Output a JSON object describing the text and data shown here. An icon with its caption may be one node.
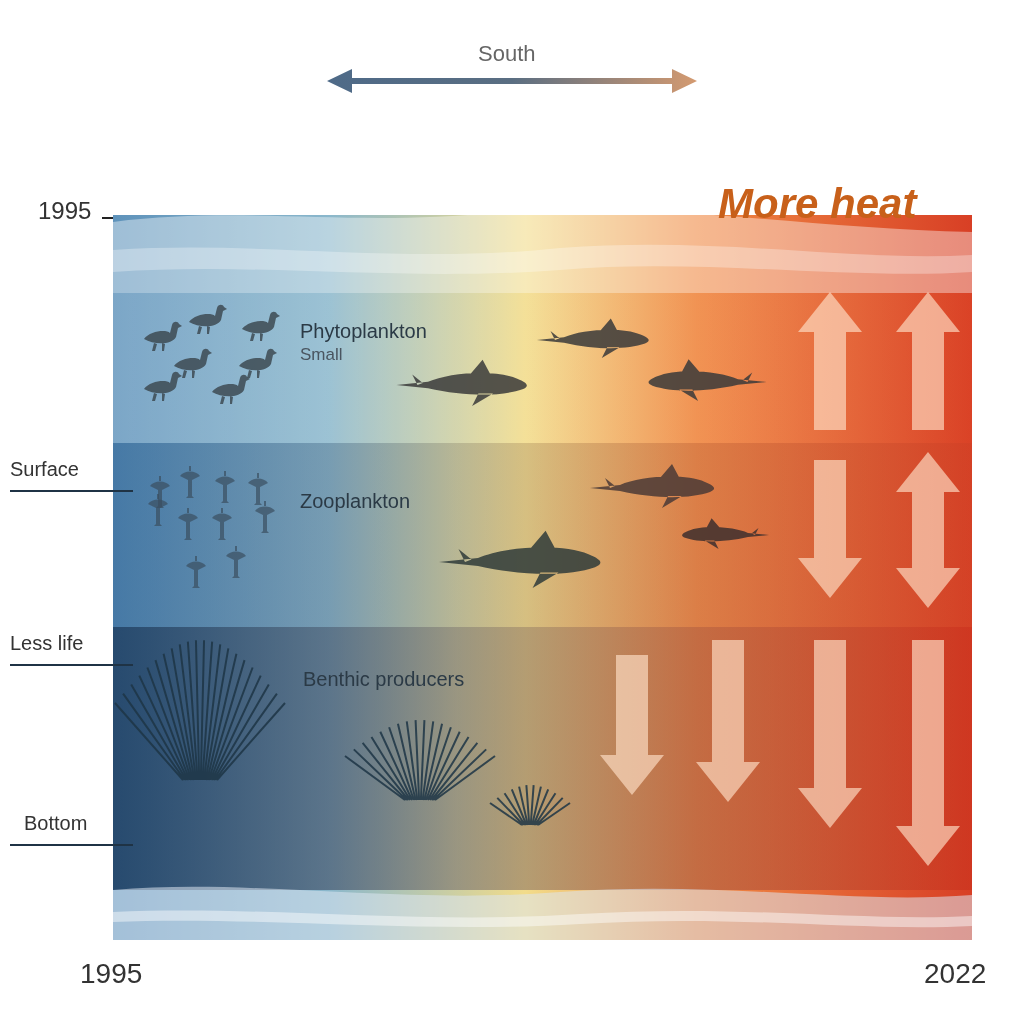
{
  "diagram": {
    "nodes": [
      {
        "text": [
          "Phytoplankton",
          "Small"
        ]
      },
      {
        "text": [
          "Zooplankton"
        ]
      },
      {
        "text": [
          "Benthic producers"
        ]
      }
    ],
    "edges": [],
    "labels": [
      "South",
      "1995",
      "More heat",
      "Surface",
      "Less life",
      "Bottom",
      "1995",
      "2022"
    ]
  }
}
